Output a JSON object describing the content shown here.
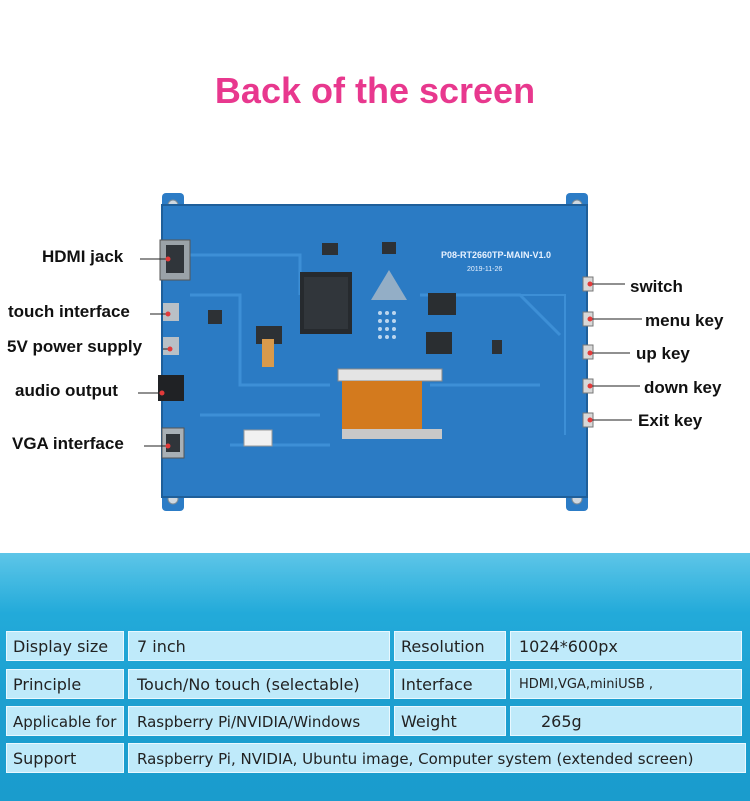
{
  "title": "Back of the screen",
  "board": {
    "model": "P08-RT2660TP-MAIN-V1.0",
    "date": "2019-11-26"
  },
  "callouts_left": [
    "HDMI jack",
    "touch interface",
    "5V power supply",
    "audio output",
    "VGA interface"
  ],
  "callouts_right": [
    "switch",
    "menu key",
    "up key",
    "down key",
    "Exit key"
  ],
  "specs": {
    "rows": [
      {
        "k1": "Display size",
        "v1": "7 inch",
        "k2": "Resolution",
        "v2": "1024*600px"
      },
      {
        "k1": "Principle",
        "v1": "Touch/No touch (selectable)",
        "k2": "Interface",
        "v2": "HDMI,VGA,miniUSB ,"
      },
      {
        "k1": "Applicable for",
        "v1": "Raspberry Pi/NVIDIA/Windows",
        "k2": "Weight",
        "v2": "265g"
      }
    ],
    "support_label": "Support",
    "support_value": "Raspberry Pi, NVIDIA, Ubuntu image, Computer system (extended screen)"
  },
  "colors": {
    "title": "#e8388e",
    "board": "#2b7bc4",
    "panel": "#1fa6d6",
    "cell": "#bfeafa"
  }
}
